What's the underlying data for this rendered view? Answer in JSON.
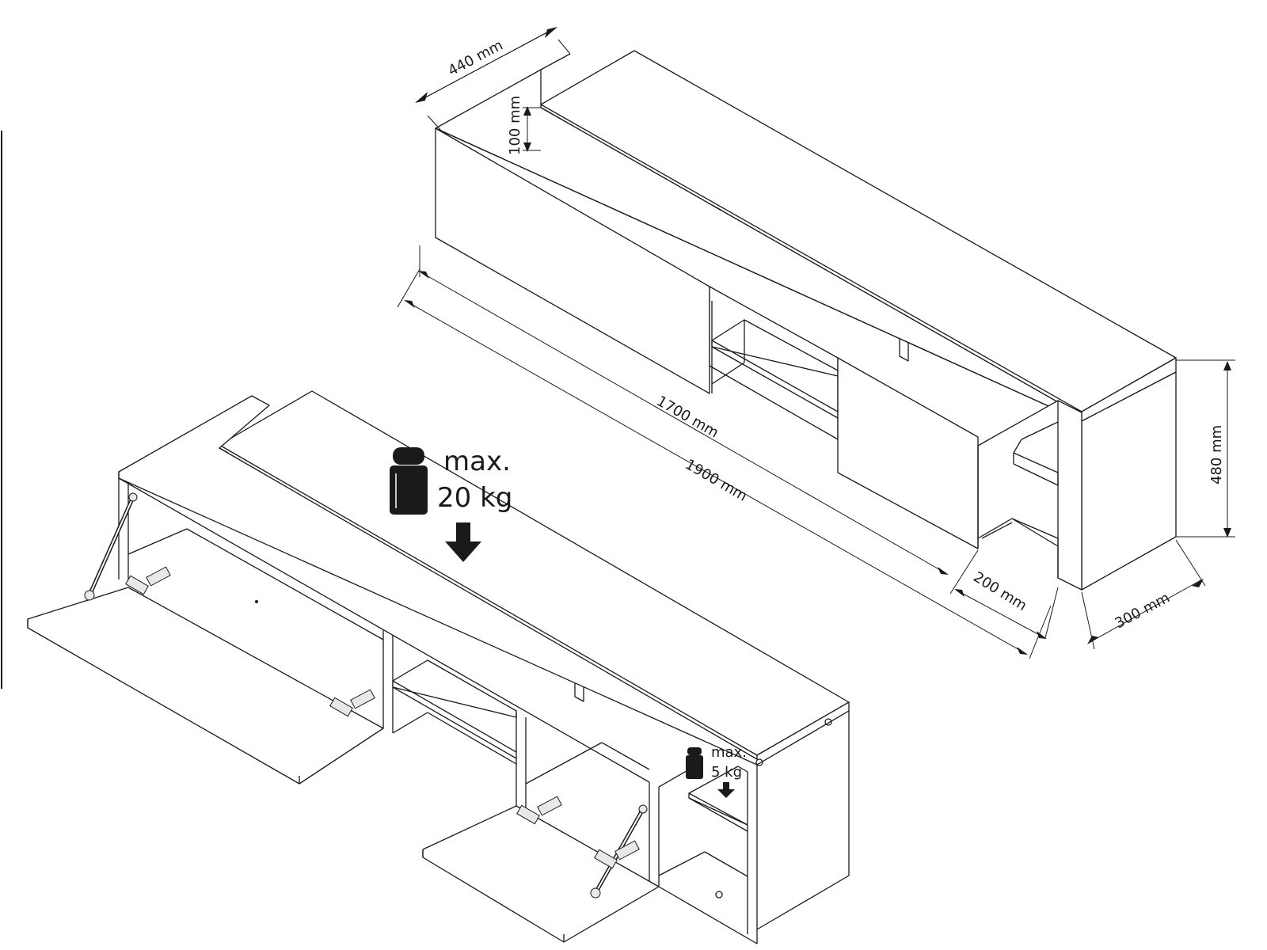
{
  "dimensions": {
    "depth_total": "440 mm",
    "top_height": "100 mm",
    "inner_width": "1700 mm",
    "total_width": "1900 mm",
    "height": "480 mm",
    "side_gap": "200 mm",
    "side_depth": "300 mm"
  },
  "loads": {
    "top": {
      "line1": "max.",
      "line2": "20 kg"
    },
    "shelf": {
      "line1": "max.",
      "line2": "5 kg"
    }
  },
  "icons": [
    "weight-icon",
    "down-arrow-icon",
    "hinge-icon",
    "gas-strut-icon"
  ]
}
